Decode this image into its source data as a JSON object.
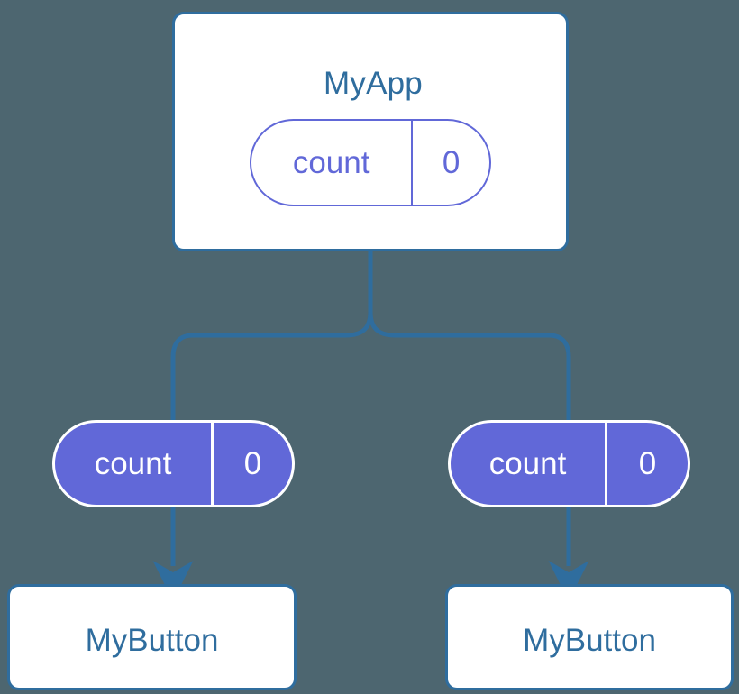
{
  "diagram": {
    "title": "MyApp",
    "type": "component-tree",
    "background_color": "#4d6670",
    "accent_blue": "#2f6d9e",
    "accent_purple": "#6168d8",
    "surface_color": "#ffffff"
  },
  "root": {
    "name": "MyApp",
    "state": {
      "key": "count",
      "value": "0"
    }
  },
  "children": [
    {
      "prop": {
        "key": "count",
        "value": "0"
      },
      "name": "MyButton"
    },
    {
      "prop": {
        "key": "count",
        "value": "0"
      },
      "name": "MyButton"
    }
  ]
}
